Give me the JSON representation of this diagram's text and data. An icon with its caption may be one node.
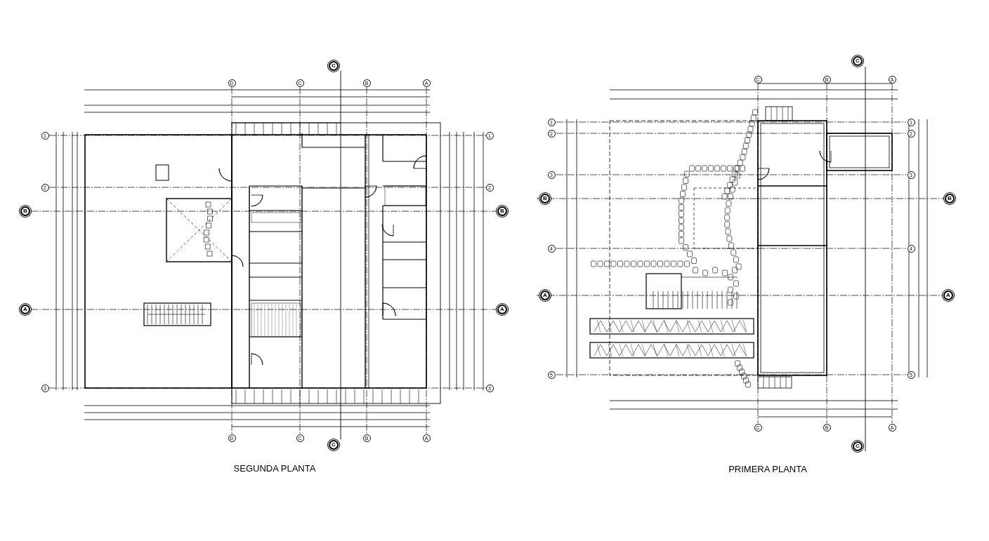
{
  "diagram": {
    "labels": [
      "C",
      "D",
      "C",
      "B",
      "A",
      "1",
      "1",
      "2",
      "2",
      "B",
      "B",
      "A",
      "A",
      "3",
      "3",
      "D",
      "C",
      "B",
      "A",
      "C",
      "SEGUNDA PLANTA",
      "C",
      "C",
      "B",
      "A",
      "1",
      "1",
      "2",
      "2",
      "3",
      "3",
      "B",
      "B",
      "4",
      "4",
      "A",
      "A",
      "5",
      "5",
      "C",
      "B",
      "A",
      "C",
      "PRIMERA PLANTA"
    ]
  }
}
